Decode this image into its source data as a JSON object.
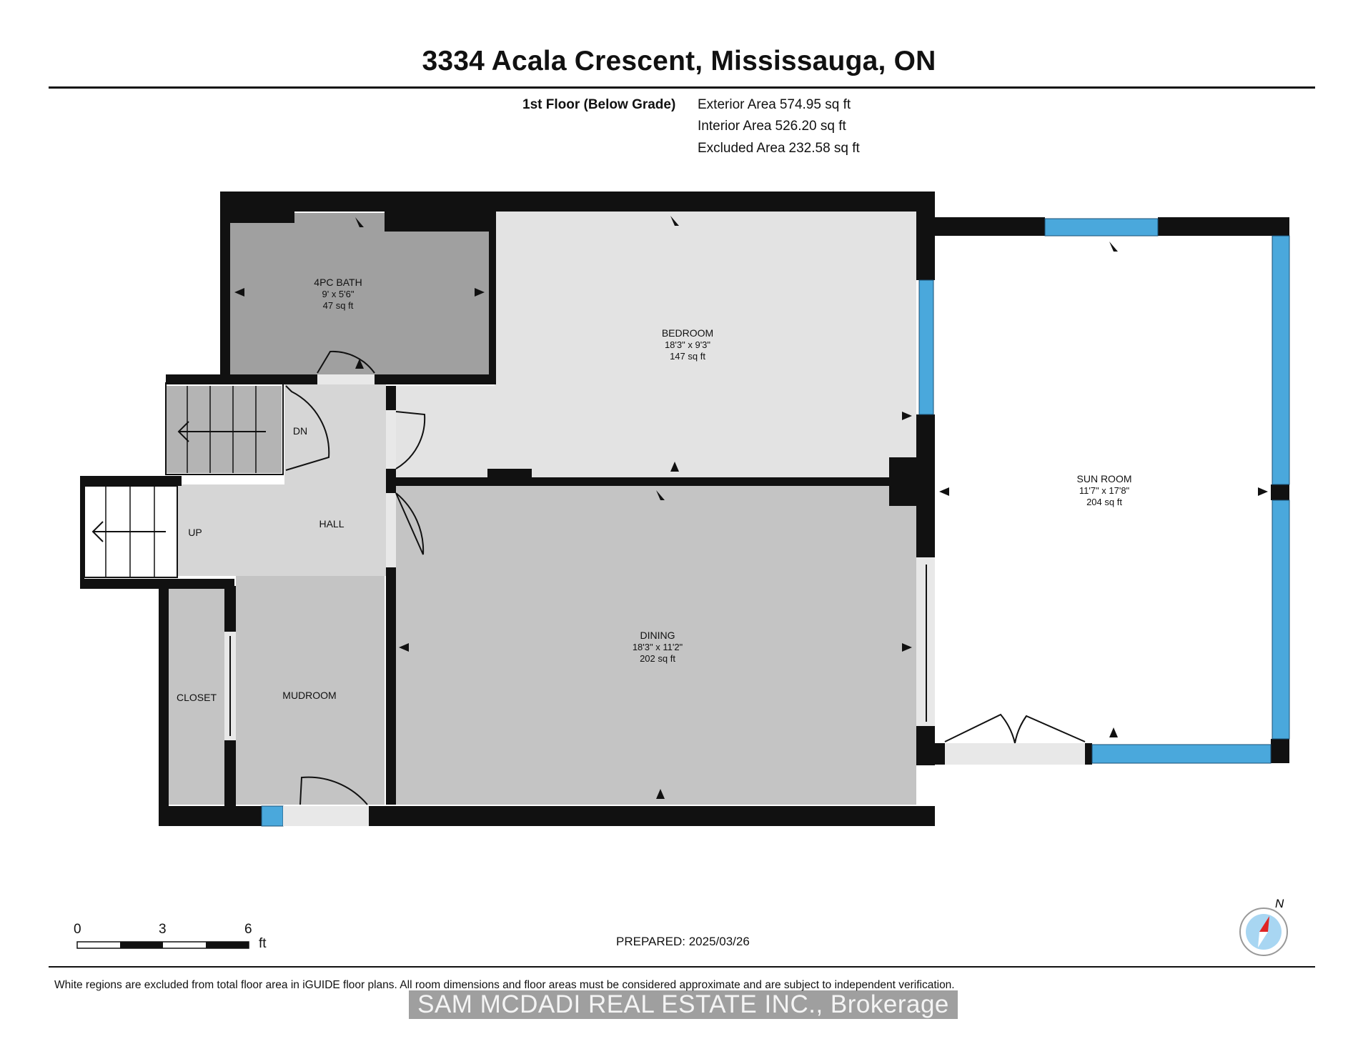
{
  "header": {
    "title": "3334 Acala Crescent, Mississauga, ON",
    "floor_label": "1st Floor (Below Grade)",
    "areas": [
      {
        "label": "Exterior Area",
        "value": "574.95 sq ft"
      },
      {
        "label": "Interior Area",
        "value": "526.20 sq ft"
      },
      {
        "label": "Excluded Area",
        "value": "232.58 sq ft"
      }
    ]
  },
  "rooms": {
    "bath": {
      "name": "4PC BATH",
      "dims": "9' x 5'6\"",
      "area": "47 sq ft"
    },
    "bedroom": {
      "name": "BEDROOM",
      "dims": "18'3\" x 9'3\"",
      "area": "147 sq ft"
    },
    "sunroom": {
      "name": "SUN ROOM",
      "dims": "11'7\" x 17'8\"",
      "area": "204 sq ft"
    },
    "dining": {
      "name": "DINING",
      "dims": "18'3\" x 11'2\"",
      "area": "202 sq ft"
    },
    "hall": {
      "name": "HALL"
    },
    "mudroom": {
      "name": "MUDROOM"
    },
    "closet": {
      "name": "CLOSET"
    },
    "stairs_down": "DN",
    "stairs_up": "UP"
  },
  "scale_bar": {
    "ticks": [
      "0",
      "3",
      "6"
    ],
    "unit": "ft"
  },
  "compass": {
    "label": "N"
  },
  "prepared": "PREPARED: 2025/03/26",
  "footer": {
    "disclaimer": "White regions are excluded from total floor area in iGUIDE floor plans. All room dimensions and floor areas must be considered approximate and are subject to independent verification.",
    "watermark": "SAM MCDADI REAL ESTATE INC., Brokerage"
  },
  "colors": {
    "wall": "#111111",
    "window": "#4aa8dc",
    "bath": "#a0a0a0",
    "bedroom": "#e3e3e3",
    "dining": "#c4c4c4",
    "hall": "#d6d6d6",
    "stairs": "#b4b4b4"
  }
}
